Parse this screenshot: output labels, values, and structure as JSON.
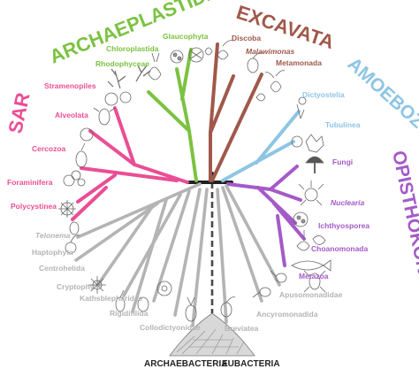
{
  "supergroups": {
    "archaeplastida": {
      "label": "ARCHAEPLASTIDA",
      "color": "#7cc242"
    },
    "excavata": {
      "label": "EXCAVATA",
      "color": "#a0584a"
    },
    "amoebozoa": {
      "label": "AMOEBOZOA",
      "color": "#8ec5e4"
    },
    "opisthokonta": {
      "label": "OPISTHOKONTA",
      "color": "#a45ac8"
    },
    "sar": {
      "label": "SAR",
      "color": "#ea4e94"
    }
  },
  "lineages": {
    "glaucophyta": "Glaucophyta",
    "chloroplastida": "Chloroplastida",
    "rhodophyceae": "Rhodophyceae",
    "discoba": "Discoba",
    "malawimonas": "Malawimonas",
    "metamonada": "Metamonada",
    "dictyostelia": "Dictyostelia",
    "tubulinea": "Tubulinea",
    "fungi": "Fungi",
    "nuclearia": "Nuclearia",
    "ichthyosporea": "Ichthyosporea",
    "choanomonada": "Choanomonada",
    "metazoa": "Metazoa",
    "stramenopiles": "Stramenopiles",
    "alveolata": "Alveolata",
    "cercozoa": "Cercozoa",
    "foraminifera": "Foraminifera",
    "polycystinea": "Polycystinea",
    "telonema": "Telonema",
    "haptophyta": "Haptophyta",
    "centrohelida": "Centrohelida",
    "cryptophyta": "Cryptophyta",
    "kathsblepharidae": "Kathsblepharidae",
    "rigidifilida": "Rigidifilida",
    "collodictyonidae": "Collodictyonidae",
    "breviatea": "Breviatea",
    "ancyromonadida": "Ancyromonadida",
    "apusomonadidae": "Apusomonadidae"
  },
  "root": {
    "left": "ARCHAEBACTERIA",
    "right": "EUBACTERIA"
  },
  "colors": {
    "grey": "#b4b4b4",
    "trunk": "#4a4a4a",
    "sketch": "#666666"
  }
}
